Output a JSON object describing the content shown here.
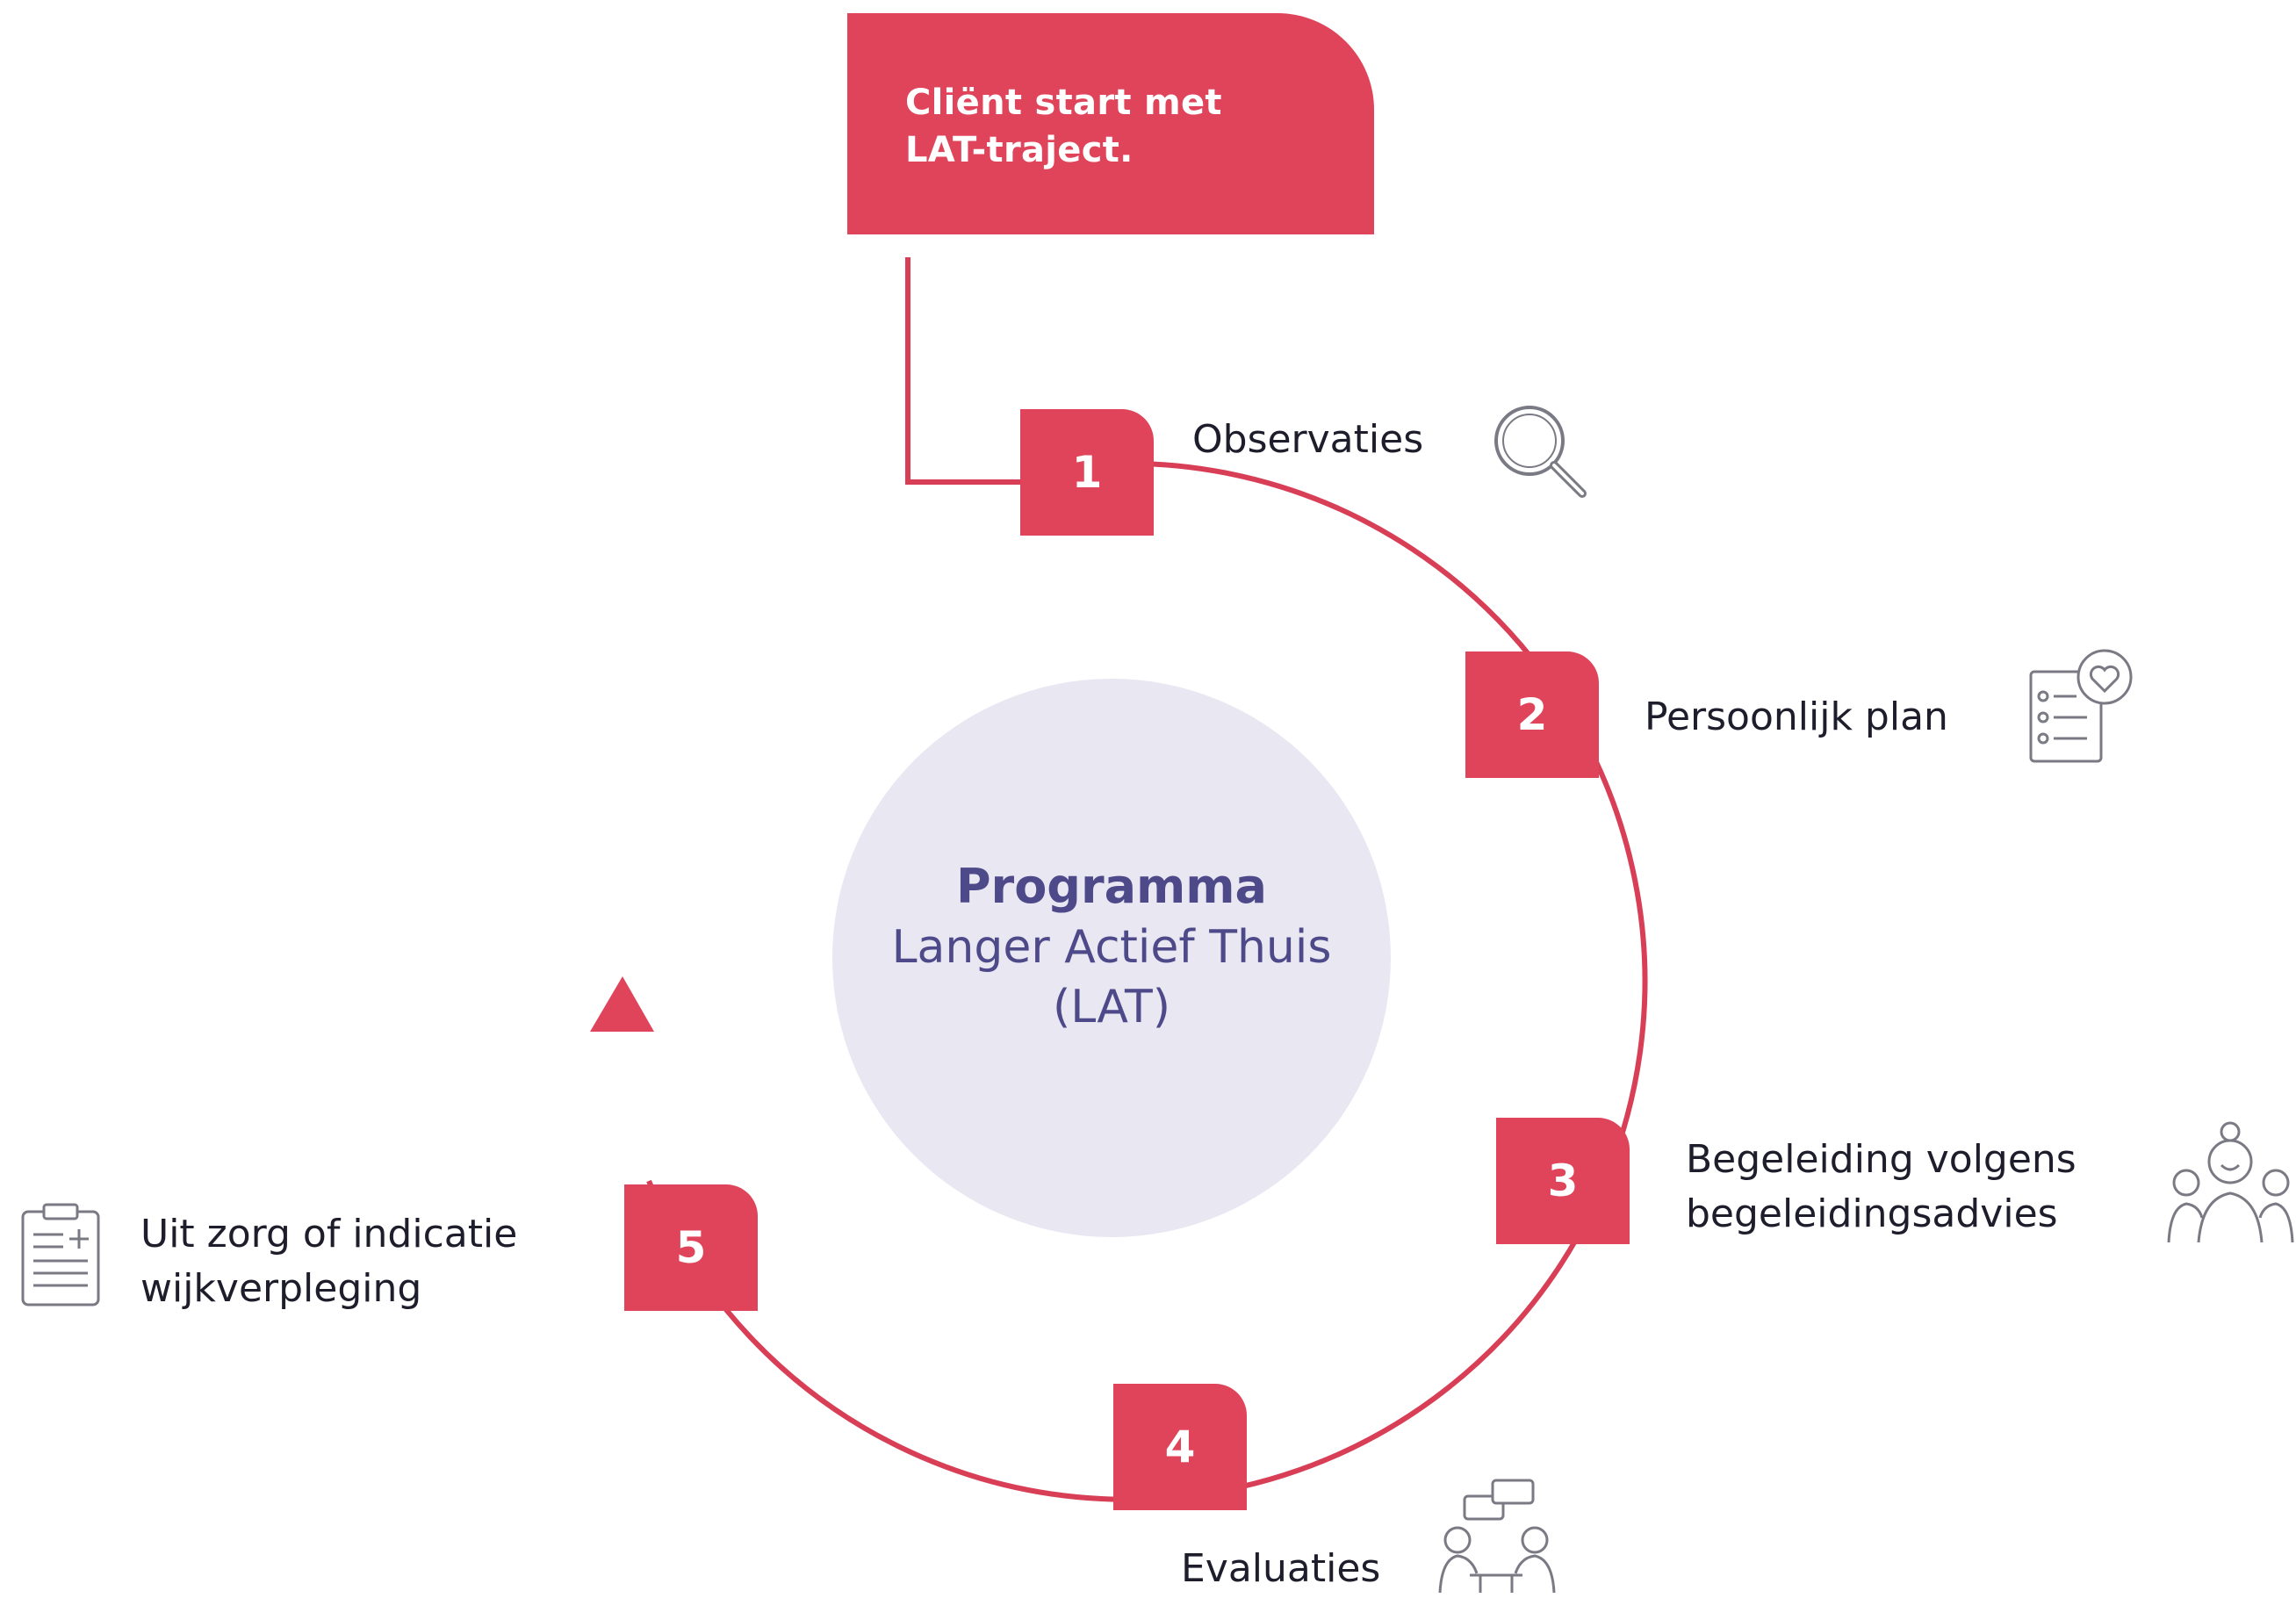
{
  "start_box": {
    "line1": "Cliënt start met",
    "line2": "LAT-traject."
  },
  "center": {
    "title": "Programma",
    "subtitle_line1": "Langer Actief Thuis",
    "subtitle_line2": "(LAT)"
  },
  "steps": [
    {
      "number": "1",
      "label_lines": [
        "Observaties"
      ],
      "icon": "magnifier-icon"
    },
    {
      "number": "2",
      "label_lines": [
        "Persoonlijk plan"
      ],
      "icon": "checklist-heart-icon"
    },
    {
      "number": "3",
      "label_lines": [
        "Begeleiding volgens",
        "begeleidingsadvies"
      ],
      "icon": "caregiver-group-icon"
    },
    {
      "number": "4",
      "label_lines": [
        "Evaluaties"
      ],
      "icon": "conversation-people-icon"
    },
    {
      "number": "5",
      "label_lines": [
        "Uit zorg of indicatie",
        "wijkverpleging"
      ],
      "icon": "medical-clipboard-icon"
    }
  ],
  "colors": {
    "accent": "#e0445b",
    "cycle_line": "#d83f56",
    "center_fill": "#e8e7f2",
    "center_text": "#4e4a8a",
    "label_text": "#1d1d2b",
    "icon_stroke": "#7a7a85"
  }
}
